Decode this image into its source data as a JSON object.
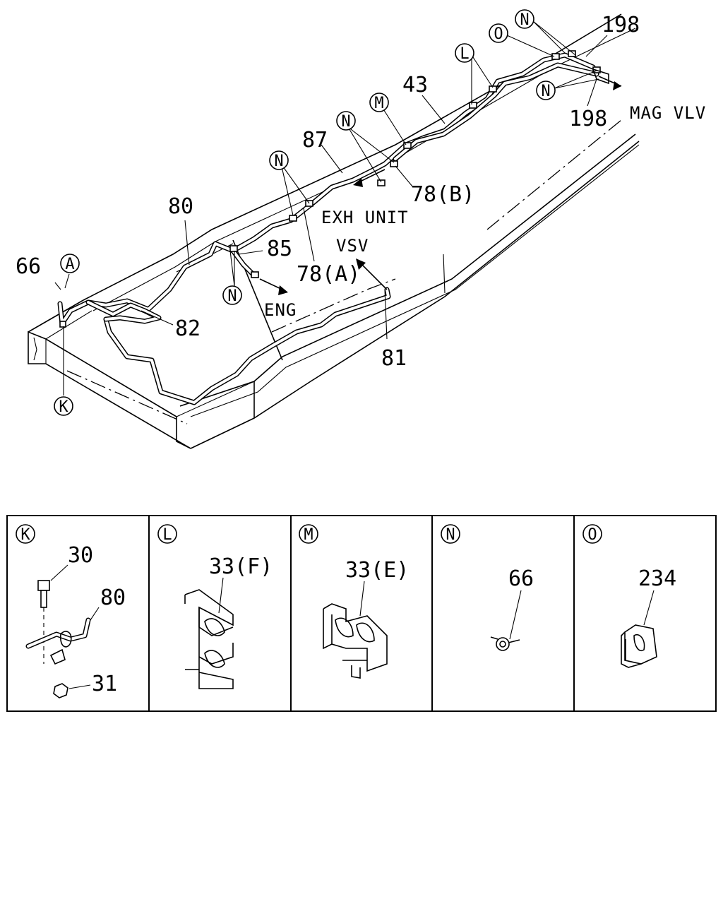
{
  "diagram": {
    "part_numbers": {
      "p198_top": "198",
      "p198_bottom": "198",
      "p43": "43",
      "p87": "87",
      "p80": "80",
      "p85": "85",
      "p78a": "78(A)",
      "p78b": "78(B)",
      "p66": "66",
      "p82": "82",
      "p81": "81"
    },
    "directions": {
      "mag_vlv": "MAG VLV",
      "exh_unit": "EXH UNIT",
      "vsv": "VSV",
      "eng": "ENG"
    },
    "callouts": {
      "A": "A",
      "K": "K",
      "L": "L",
      "M": "M",
      "N": "N",
      "O": "O"
    }
  },
  "details": [
    {
      "letter": "K",
      "parts": [
        "30",
        "80",
        "31"
      ]
    },
    {
      "letter": "L",
      "parts": [
        "33(F)"
      ]
    },
    {
      "letter": "M",
      "parts": [
        "33(E)"
      ]
    },
    {
      "letter": "N",
      "parts": [
        "66"
      ]
    },
    {
      "letter": "O",
      "parts": [
        "234"
      ]
    }
  ]
}
